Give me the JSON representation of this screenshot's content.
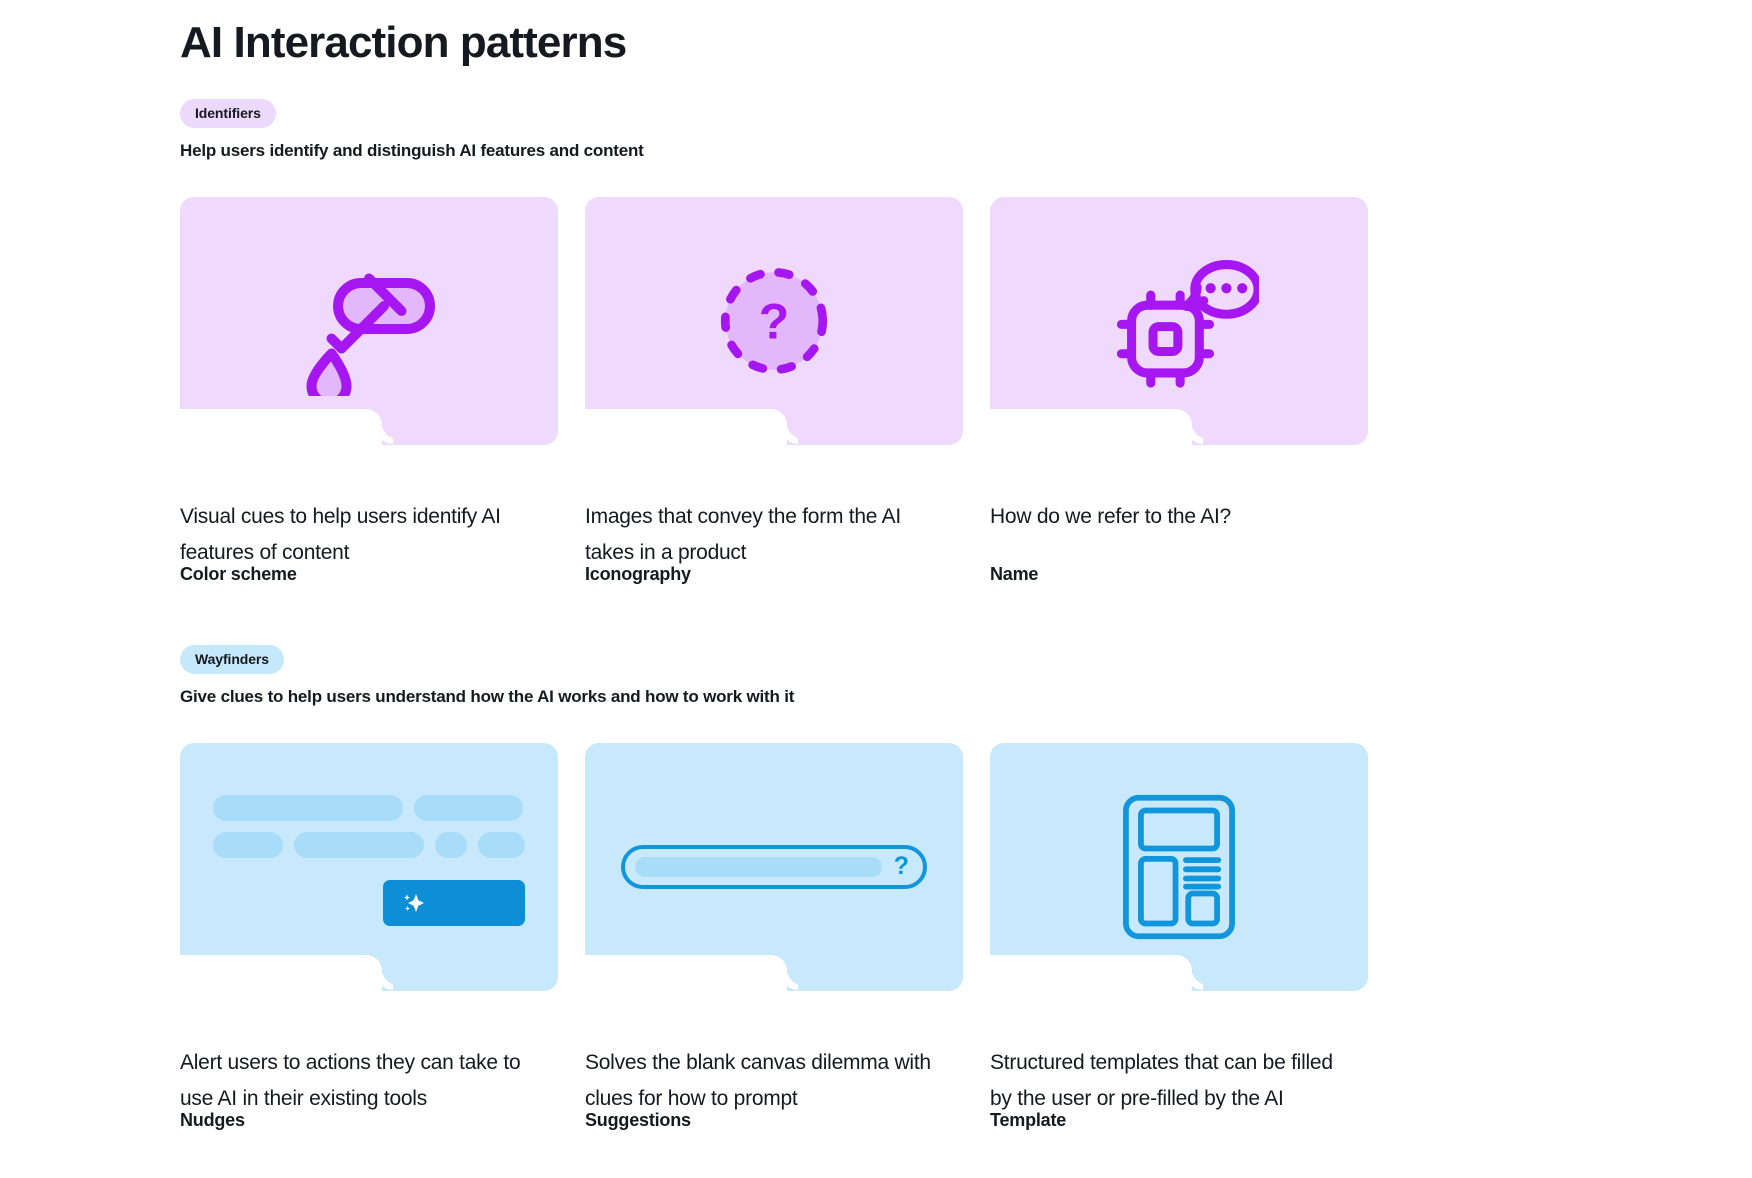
{
  "page": {
    "title": "AI Interaction patterns",
    "background": "#ffffff",
    "text_color": "#16191f"
  },
  "colors": {
    "purple_badge": "#ecd9fb",
    "purple_tile": "#efd9fc",
    "purple_icon": "#a616f0",
    "blue_badge": "#c5e8fa",
    "blue_tile": "#c8e9fb",
    "blue_icon": "#1195dc",
    "blue_button": "#0e8ed6",
    "skeleton": "#a8dcf8"
  },
  "sections": [
    {
      "badge": "Identifiers",
      "description": "Help users identify and distinguish AI features and content",
      "cards": [
        {
          "title": "Color scheme",
          "body": "Visual cues to help users identify AI features of content",
          "icon": "eyedropper-icon"
        },
        {
          "title": "Iconography",
          "body": "Images that convey the form the AI takes in a product",
          "icon": "dashed-circle-question-icon"
        },
        {
          "title": "Name",
          "body": "How do we refer to the AI?",
          "icon": "chip-chat-bubble-icon"
        }
      ]
    },
    {
      "badge": "Wayfinders",
      "description": "Give clues to help users understand how the AI works and how to work with it",
      "cards": [
        {
          "title": "Nudges",
          "body": "Alert users to actions they can take to use AI in their existing tools",
          "icon": "skeleton-rows-sparkle-button-icon"
        },
        {
          "title": "Suggestions",
          "body": "Solves the blank canvas dilemma with clues for how to prompt",
          "icon": "search-bar-question-icon"
        },
        {
          "title": "Template",
          "body": "Structured templates that can be filled by the user or pre-filled by the AI",
          "icon": "wireframe-template-icon"
        }
      ]
    }
  ],
  "glyphs": {
    "question_mark": "?"
  }
}
